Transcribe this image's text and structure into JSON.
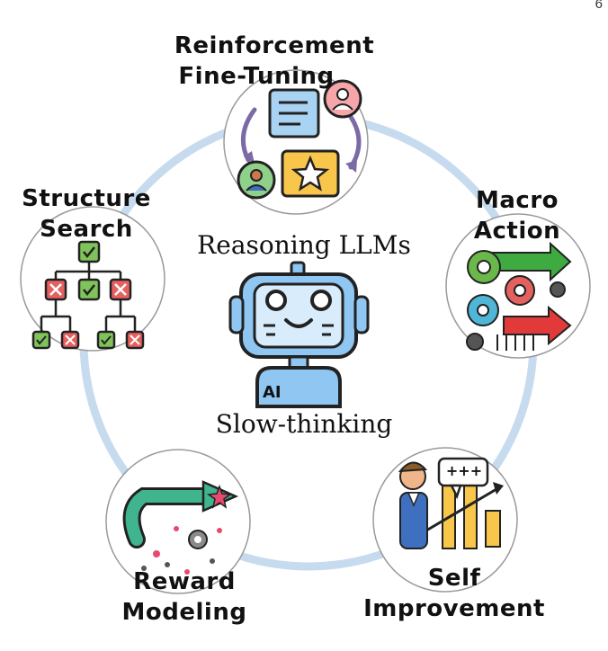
{
  "page_number": "6",
  "center": {
    "title_top": "Reasoning LLMs",
    "title_bottom": "Slow-thinking",
    "robot_badge": "AI"
  },
  "nodes": {
    "rft": {
      "line1": "Reinforcement",
      "line2": "Fine-Tuning"
    },
    "structure": {
      "line1": "Structure",
      "line2": "Search"
    },
    "macro": {
      "line1": "Macro",
      "line2": "Action"
    },
    "reward": {
      "line1": "Reward",
      "line2": "Modeling"
    },
    "self": {
      "line1": "Self",
      "line2": "Improvement",
      "bubble": "+++"
    }
  },
  "colors": {
    "ring": "#c7dbef",
    "node_border": "#9a9a9a",
    "robot_blue": "#8fc6f2",
    "check_green": "#7fc35a",
    "cross_red": "#e4615f",
    "arrow_green": "#3faa3f",
    "arrow_red": "#e23a3a",
    "star_pink": "#e84a6f"
  }
}
